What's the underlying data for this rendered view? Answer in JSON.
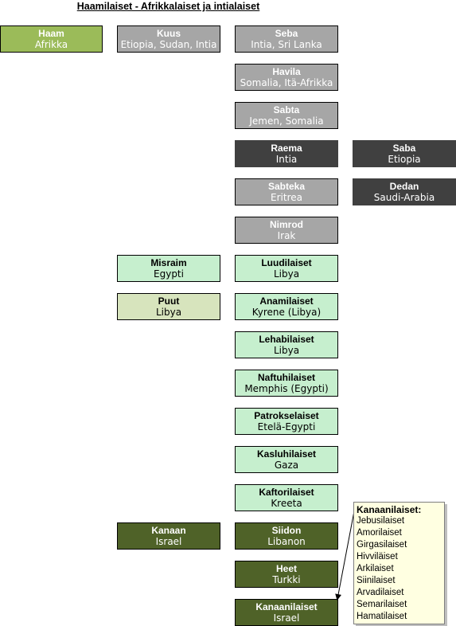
{
  "title": "Haamilaiset - Afrikkalaiset ja intialaiset",
  "nodes": {
    "haam": {
      "name": "Haam",
      "place": "Afrikka"
    },
    "kuus": {
      "name": "Kuus",
      "place": "Etiopia, Sudan, Intia"
    },
    "seba": {
      "name": "Seba",
      "place": "Intia, Sri Lanka"
    },
    "havila": {
      "name": "Havila",
      "place": "Somalia, Itä-Afrikka"
    },
    "sabta": {
      "name": "Sabta",
      "place": "Jemen, Somalia"
    },
    "raema": {
      "name": "Raema",
      "place": "Intia"
    },
    "saba": {
      "name": "Saba",
      "place": "Etiopia"
    },
    "sabteka": {
      "name": "Sabteka",
      "place": "Eritrea"
    },
    "dedan": {
      "name": "Dedan",
      "place": "Saudi-Arabia"
    },
    "nimrod": {
      "name": "Nimrod",
      "place": "Irak"
    },
    "misraim": {
      "name": "Misraim",
      "place": "Egypti"
    },
    "luudilaiset": {
      "name": "Luudilaiset",
      "place": "Libya"
    },
    "puut": {
      "name": "Puut",
      "place": "Libya"
    },
    "anamilaiset": {
      "name": "Anamilaiset",
      "place": "Kyrene (Libya)"
    },
    "lehabilaiset": {
      "name": "Lehabilaiset",
      "place": "Libya"
    },
    "naftuhilaiset": {
      "name": "Naftuhilaiset",
      "place": "Memphis (Egypti)"
    },
    "patrokselaiset": {
      "name": "Patrokselaiset",
      "place": "Etelä-Egypti"
    },
    "kasluhilaiset": {
      "name": "Kasluhilaiset",
      "place": "Gaza"
    },
    "kaftorilaiset": {
      "name": "Kaftorilaiset",
      "place": "Kreeta"
    },
    "kanaan": {
      "name": "Kanaan",
      "place": "Israel"
    },
    "siidon": {
      "name": "Siidon",
      "place": "Libanon"
    },
    "heet": {
      "name": "Heet",
      "place": "Turkki"
    },
    "kanaanilaiset": {
      "name": "Kanaanilaiset",
      "place": "Israel"
    }
  },
  "note": {
    "title": "Kanaanilaiset:",
    "items": [
      "Jebusilaiset",
      "Amorilaiset",
      "Girgasilaiset",
      "Hivviläiset",
      "Arkilaiset",
      "Siinilaiset",
      "Arvadilaiset",
      "Semarilaiset",
      "Hamatilaiset"
    ]
  },
  "colors": {
    "haam": "#9bbb59",
    "kuus_group": "#a6a6a6",
    "raema_group": "#404040",
    "misraim_group": "#c6efce",
    "puut": "#d7e4bd",
    "kanaan_group": "#4f6228",
    "note_bg": "#ffffe1"
  }
}
